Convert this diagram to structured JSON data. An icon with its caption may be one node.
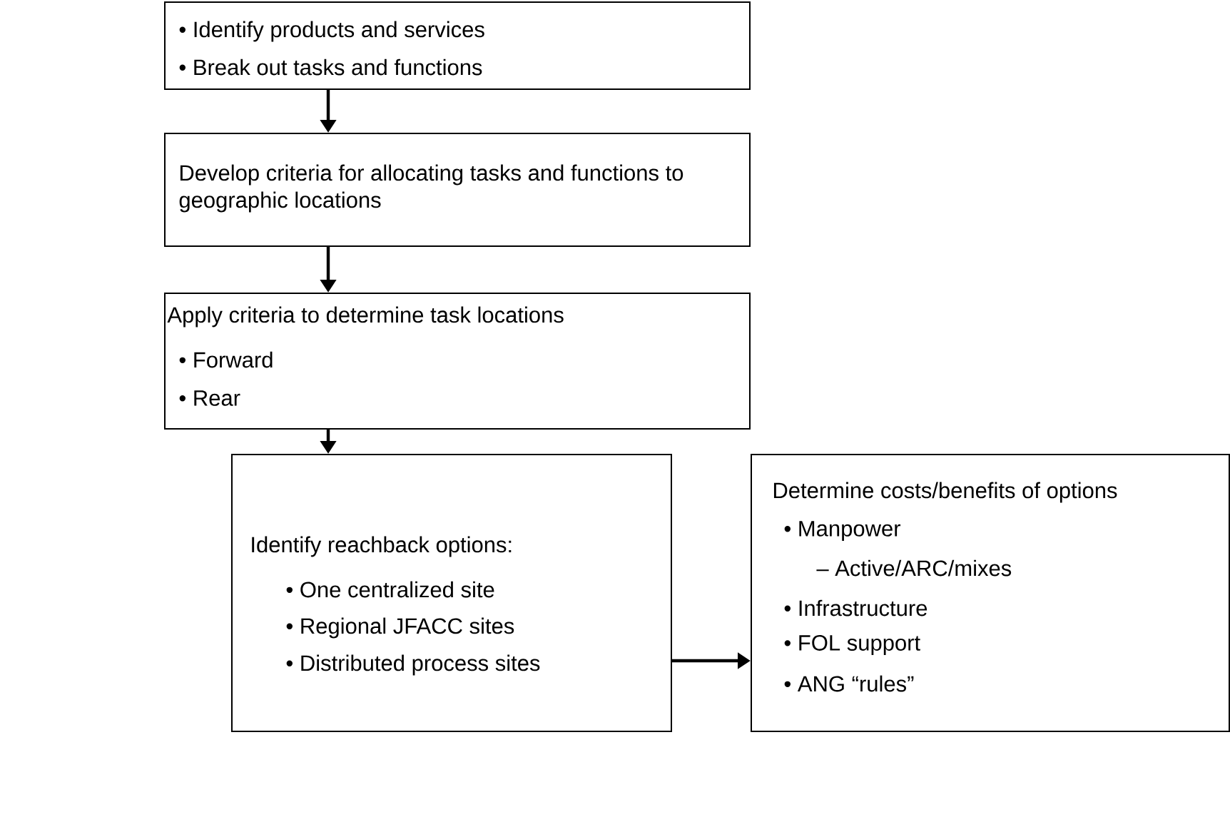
{
  "diagram": {
    "nodes": [
      {
        "text": [
          "• Identify products and services",
          "• Break out tasks and functions"
        ]
      },
      {
        "text": [
          "Develop criteria for allocating tasks and functions to geographic locations"
        ]
      },
      {
        "text": [
          "Apply criteria to determine task locations",
          "• Forward",
          "• Rear"
        ]
      },
      {
        "text": [
          "Identify reachback options:",
          "• One centralized site",
          "• Regional JFACC sites",
          "• Distributed process sites"
        ]
      },
      {
        "text": [
          "Determine costs/benefits of options",
          "• Manpower",
          "– Active/ARC/mixes",
          "• Infrastructure",
          "• FOL support",
          "• ANG “rules”"
        ]
      }
    ],
    "edges": [
      {
        "from": 0,
        "to": 1,
        "arrow": "to"
      },
      {
        "from": 1,
        "to": 2,
        "arrow": "to"
      },
      {
        "from": 2,
        "to": 3,
        "arrow": "to"
      },
      {
        "from": 3,
        "to": 4,
        "arrow": "to"
      }
    ]
  }
}
